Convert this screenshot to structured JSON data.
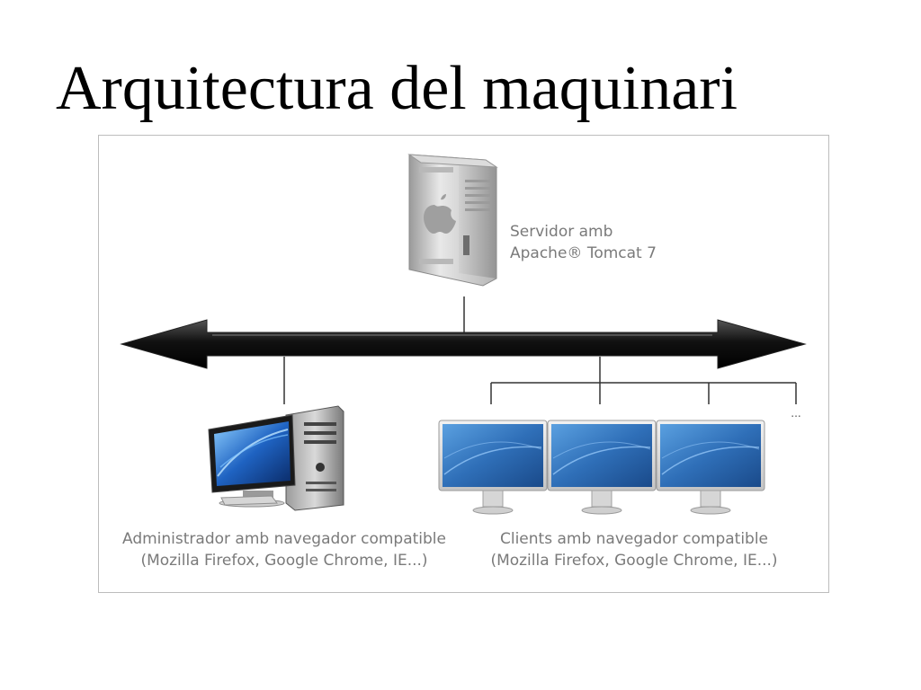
{
  "slide": {
    "title": "Arquitectura del maquinari"
  },
  "server": {
    "label_line1": "Servidor amb",
    "label_line2": "Apache® Tomcat 7"
  },
  "admin": {
    "caption_line1": "Administrador amb navegador compatible",
    "caption_line2": "(Mozilla Firefox, Google Chrome, IE...)"
  },
  "clients": {
    "caption_line1": "Clients amb navegador compatible",
    "caption_line2": "(Mozilla Firefox, Google Chrome, IE...)",
    "more_marker": "...",
    "count_shown": 3
  },
  "colors": {
    "caption_text": "#7a7a7a",
    "frame_border": "#bdbdbd",
    "arrow_fill": "#111111",
    "screen_blue": "#2f6fb8"
  },
  "icons": [
    "mac-pro-server-icon",
    "desktop-pc-icon",
    "monitor-icon"
  ]
}
